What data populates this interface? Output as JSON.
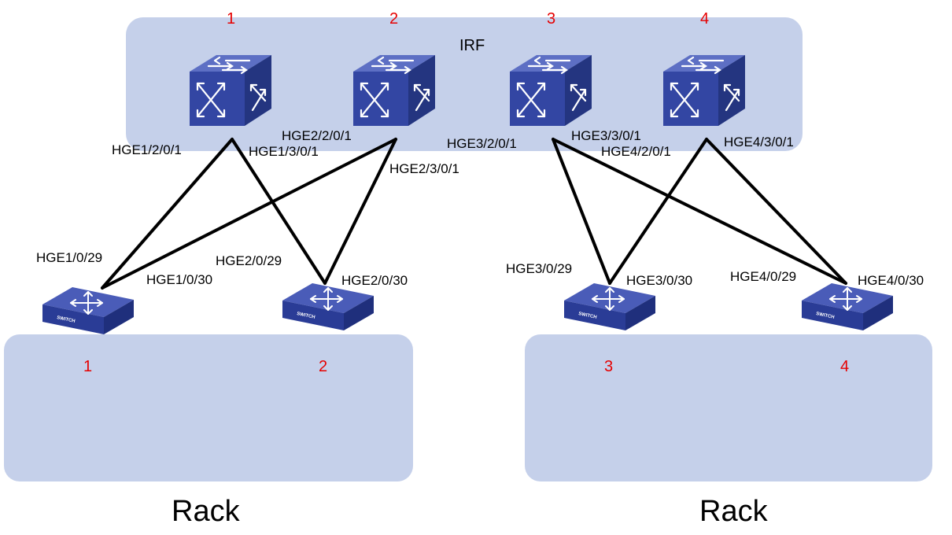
{
  "irf": {
    "label": "IRF",
    "members": [
      {
        "number": "1",
        "port_a": "HGE1/2/0/1",
        "port_b": "HGE1/3/0/1"
      },
      {
        "number": "2",
        "port_a": "HGE2/2/0/1",
        "port_b": "HGE2/3/0/1"
      },
      {
        "number": "3",
        "port_a": "HGE3/2/0/1",
        "port_b": "HGE3/3/0/1"
      },
      {
        "number": "4",
        "port_a": "HGE4/2/0/1",
        "port_b": "HGE4/3/0/1"
      }
    ]
  },
  "access_switches": [
    {
      "number": "1",
      "port_a": "HGE1/0/29",
      "port_b": "HGE1/0/30",
      "icon_text": "SWITCH"
    },
    {
      "number": "2",
      "port_a": "HGE2/0/29",
      "port_b": "HGE2/0/30",
      "icon_text": "SWITCH"
    },
    {
      "number": "3",
      "port_a": "HGE3/0/29",
      "port_b": "HGE3/0/30",
      "icon_text": "SWITCH"
    },
    {
      "number": "4",
      "port_a": "HGE4/0/29",
      "port_b": "HGE4/0/30",
      "icon_text": "SWITCH"
    }
  ],
  "racks": [
    {
      "label": "Rack"
    },
    {
      "label": "Rack"
    }
  ],
  "colors": {
    "region_fill": "#c5d0ea",
    "device_blue": "#3d4fa8",
    "device_dark": "#243580",
    "link": "#000000",
    "number_red": "#e60000"
  },
  "links": [
    {
      "from": "member-1",
      "to": "access-1"
    },
    {
      "from": "member-1",
      "to": "access-2"
    },
    {
      "from": "member-2",
      "to": "access-1"
    },
    {
      "from": "member-2",
      "to": "access-2"
    },
    {
      "from": "member-3",
      "to": "access-3"
    },
    {
      "from": "member-3",
      "to": "access-4"
    },
    {
      "from": "member-4",
      "to": "access-3"
    },
    {
      "from": "member-4",
      "to": "access-4"
    }
  ]
}
